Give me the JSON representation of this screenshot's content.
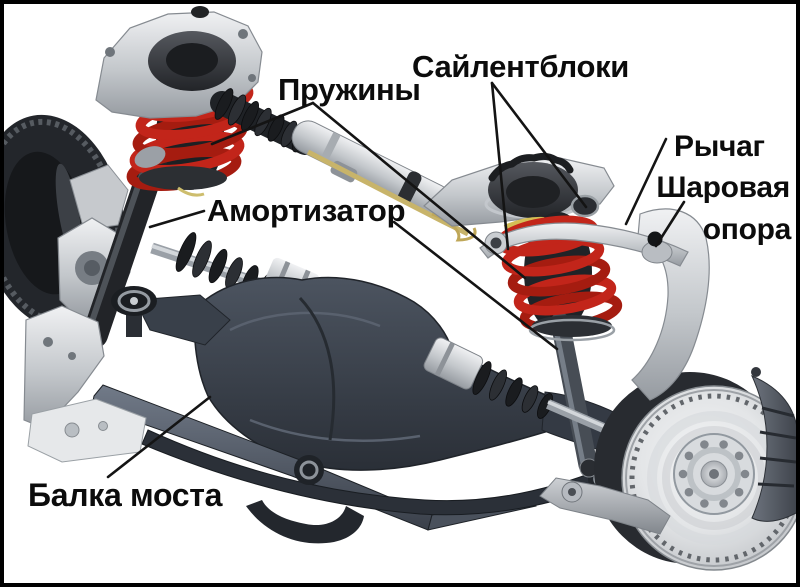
{
  "diagram": {
    "kind": "labeled-suspension-illustration",
    "labels": {
      "springs": {
        "text": "Пружины"
      },
      "silent_blocks": {
        "text": "Сайлентблоки"
      },
      "shock_absorber": {
        "text": "Амортизатор"
      },
      "control_arm": {
        "text": "Рычаг"
      },
      "ball_joint": {
        "text": "Шаровая опора",
        "lines": [
          "Шаровая",
          "опора"
        ]
      },
      "axle_beam": {
        "text": "Балка моста"
      }
    },
    "colors": {
      "background": "#ffffff",
      "border": "#000000",
      "label_text": "#0c0c0c",
      "leader_line": "#141414",
      "spring_red": "#c2251a",
      "subframe_dark": "#3a414c",
      "aluminum_light": "#dcdee1",
      "rubber_black": "#1a1c1f",
      "tie_rod_yellow": "#c8b46a",
      "brake_disc_silver": "#d9dbde"
    }
  }
}
